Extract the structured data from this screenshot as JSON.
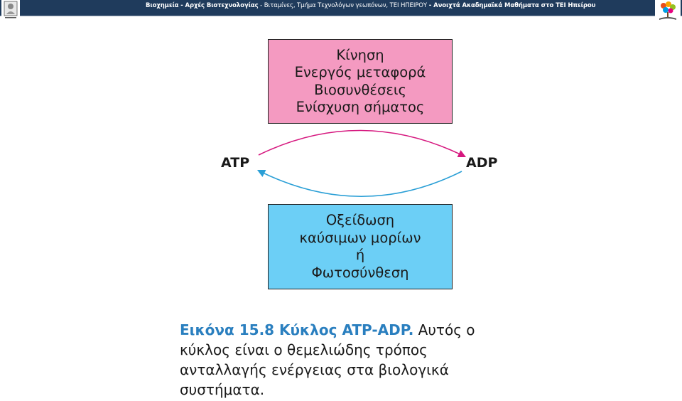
{
  "header": {
    "title_part1": "Βιοχημεία - Αρχές Βιοτεχνολογίας",
    "title_sep1": " - ",
    "title_part2": "Βιταμίνες, Τμήμα Τεχνολόγων γεωπόνων, ΤΕΙ ΗΠΕΙΡΟΥ",
    "title_sep2": " - ",
    "title_part3": "Ανοιχτά Ακαδημαϊκά Μαθήματα στο ΤΕΙ Ηπείρου"
  },
  "diagram": {
    "top_box": {
      "color": "#f49ac1",
      "lines": [
        "Κίνηση",
        "Ενεργός μεταφορά",
        "Βιοσυνθέσεις",
        "Ενίσχυση σήματος"
      ]
    },
    "bottom_box": {
      "color": "#6ccff6",
      "lines": [
        "Οξείδωση",
        "καύσιμων μορίων",
        "ή",
        "Φωτοσύνθεση"
      ]
    },
    "left_node": "ATP",
    "right_node": "ADP",
    "arrow_top_color": "#d6187f",
    "arrow_bottom_color": "#2a9fd6"
  },
  "caption": {
    "label": "Εικόνα 15.8 Κύκλος ATP-ADP.",
    "text": " Αυτός ο κύκλος είναι ο θεμελιώδης τρόπος ανταλλαγής ενέργειας στα βιολογικά συστήματα."
  }
}
